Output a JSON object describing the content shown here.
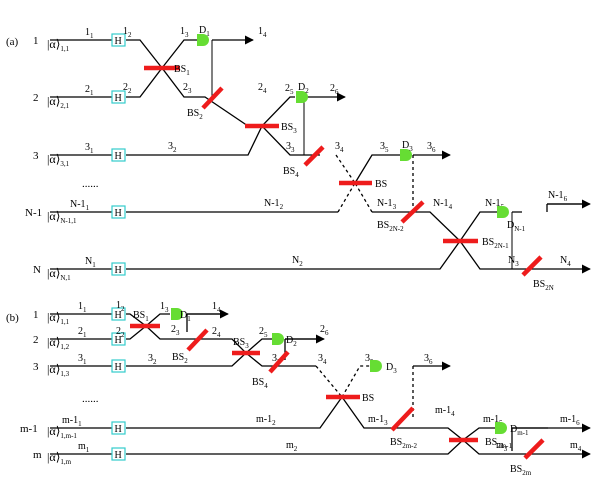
{
  "panels": [
    {
      "tag": "(a)",
      "hbox": "H",
      "rows": [
        {
          "num": "1",
          "ket": "|α⟩",
          "sub": "1,1",
          "s1": "1",
          "s1sub": "1"
        },
        {
          "num": "2",
          "ket": "|α⟩",
          "sub": "2,1",
          "s1": "2",
          "s1sub": "1"
        },
        {
          "num": "3",
          "ket": "|α⟩",
          "sub": "3,1",
          "s1": "3",
          "s1sub": "1"
        },
        {
          "num": "N-1",
          "ket": "|α⟩",
          "sub": "N-1,1",
          "s1": "N-1",
          "s1sub": "1"
        },
        {
          "num": "N",
          "ket": "|α⟩",
          "sub": "N,1",
          "s1": "N",
          "s1sub": "1"
        }
      ],
      "dots": "......",
      "labels": [
        {
          "b": "1",
          "s": "2"
        },
        {
          "b": "1",
          "s": "3"
        },
        {
          "b": "1",
          "s": "4"
        },
        {
          "b": "2",
          "s": "2"
        },
        {
          "b": "2",
          "s": "3"
        },
        {
          "b": "2",
          "s": "4"
        },
        {
          "b": "2",
          "s": "5"
        },
        {
          "b": "2",
          "s": "6"
        },
        {
          "b": "3",
          "s": "2"
        },
        {
          "b": "3",
          "s": "3"
        },
        {
          "b": "3",
          "s": "4"
        },
        {
          "b": "3",
          "s": "5"
        },
        {
          "b": "3",
          "s": "6"
        },
        {
          "b": "N-1",
          "s": "2"
        },
        {
          "b": "N-1",
          "s": "3"
        },
        {
          "b": "N-1",
          "s": "4"
        },
        {
          "b": "N-1",
          "s": "5"
        },
        {
          "b": "N-1",
          "s": "6"
        },
        {
          "b": "N",
          "s": "2"
        },
        {
          "b": "N",
          "s": "3"
        },
        {
          "b": "N",
          "s": "4"
        }
      ],
      "bs": [
        {
          "b": "BS",
          "s": "1"
        },
        {
          "b": "BS",
          "s": "2"
        },
        {
          "b": "BS",
          "s": "3"
        },
        {
          "b": "BS",
          "s": "4"
        },
        {
          "b": "BS",
          "s": ""
        },
        {
          "b": "BS",
          "s": "2N-2"
        },
        {
          "b": "BS",
          "s": "2N-1"
        },
        {
          "b": "BS",
          "s": "2N"
        }
      ],
      "detectors": [
        {
          "b": "D",
          "s": "1"
        },
        {
          "b": "D",
          "s": "2"
        },
        {
          "b": "D",
          "s": "3"
        },
        {
          "b": "D",
          "s": "N-1"
        }
      ]
    },
    {
      "tag": "(b)",
      "hbox": "H",
      "rows": [
        {
          "num": "1",
          "ket": "|α⟩",
          "sub": "1,1",
          "s1": "1",
          "s1sub": "1"
        },
        {
          "num": "2",
          "ket": "|α⟩",
          "sub": "1,2",
          "s1": "2",
          "s1sub": "1"
        },
        {
          "num": "3",
          "ket": "|α⟩",
          "sub": "1,3",
          "s1": "3",
          "s1sub": "1"
        },
        {
          "num": "m-1",
          "ket": "|α⟩",
          "sub": "1,m-1",
          "s1": "m-1",
          "s1sub": "1"
        },
        {
          "num": "m",
          "ket": "|α⟩",
          "sub": "1,m",
          "s1": "m",
          "s1sub": "1"
        }
      ],
      "dots": "......",
      "labels": [
        {
          "b": "1",
          "s": "2"
        },
        {
          "b": "1",
          "s": "3"
        },
        {
          "b": "1",
          "s": "4"
        },
        {
          "b": "2",
          "s": "2"
        },
        {
          "b": "2",
          "s": "3"
        },
        {
          "b": "2",
          "s": "4"
        },
        {
          "b": "2",
          "s": "5"
        },
        {
          "b": "2",
          "s": "6"
        },
        {
          "b": "3",
          "s": "2"
        },
        {
          "b": "3",
          "s": "3"
        },
        {
          "b": "3",
          "s": "4"
        },
        {
          "b": "3",
          "s": "5"
        },
        {
          "b": "3",
          "s": "6"
        },
        {
          "b": "m-1",
          "s": "2"
        },
        {
          "b": "m-1",
          "s": "3"
        },
        {
          "b": "m-1",
          "s": "4"
        },
        {
          "b": "m-1",
          "s": "5"
        },
        {
          "b": "m-1",
          "s": "6"
        },
        {
          "b": "m",
          "s": "2"
        },
        {
          "b": "m",
          "s": "3"
        },
        {
          "b": "m",
          "s": "4"
        }
      ],
      "bs": [
        {
          "b": "BS",
          "s": "1"
        },
        {
          "b": "BS",
          "s": "2"
        },
        {
          "b": "BS",
          "s": "3"
        },
        {
          "b": "BS",
          "s": "4"
        },
        {
          "b": "BS",
          "s": ""
        },
        {
          "b": "BS",
          "s": "2m-2"
        },
        {
          "b": "BS",
          "s": "2m-1"
        },
        {
          "b": "BS",
          "s": "2m"
        }
      ],
      "detectors": [
        {
          "b": "D",
          "s": "1"
        },
        {
          "b": "D",
          "s": "2"
        },
        {
          "b": "D",
          "s": "3"
        },
        {
          "b": "D",
          "s": "m-1"
        }
      ]
    }
  ],
  "colors": {
    "beamsplitter": "#ee1c1c",
    "detector": "#66dd33",
    "hbox": "#33cccc",
    "line": "#000000"
  }
}
